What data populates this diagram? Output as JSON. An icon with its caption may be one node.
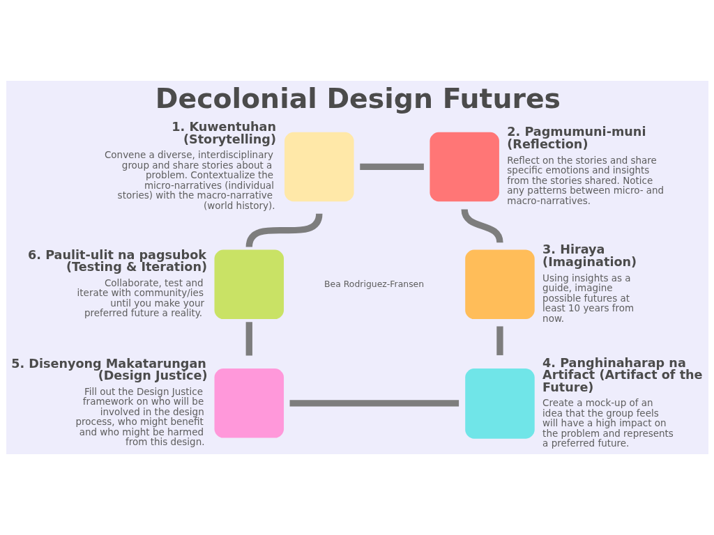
{
  "diagram": {
    "title": "Decolonial Design Futures",
    "nodes": [
      {
        "text": [
          "1. Kuwentuhan (Storytelling)",
          "Convene a diverse, interdisciplinary group and share stories about a problem. Contextualize the micro-narratives (individual stories) with the macro-narrative (world history)."
        ]
      },
      {
        "text": [
          "2. Pagmumuni-muni (Reflection)",
          "Reflect on the stories and share specific emotions and insights from the stories shared. Notice any patterns between micro- and macro-narratives."
        ]
      },
      {
        "text": [
          "3. Hiraya (Imagination)",
          "Using insights as a guide, imagine possible futures at least 10 years from now."
        ]
      },
      {
        "text": [
          "4. Panghinaharap na Artifact (Artifact of the Future)",
          "Create a mock-up of an idea that the group feels will have a high impact on the problem and represents a preferred future."
        ]
      },
      {
        "text": [
          "5. Disenyong Makatarungan (Design Justice)",
          "Fill out the Design Justice framework on who will be involved in the design process, who might benefit and who might be harmed from this design."
        ]
      },
      {
        "text": [
          "6. Paulit-ulit na pagsubok (Testing & Iteration)",
          "Collaborate, test and iterate with community/ies until you make your preferred future a reality."
        ]
      }
    ],
    "edges": [
      {
        "from": 0,
        "to": 1,
        "arrow": "none"
      },
      {
        "from": 1,
        "to": 2,
        "arrow": "none"
      },
      {
        "from": 2,
        "to": 3,
        "arrow": "none"
      },
      {
        "from": 3,
        "to": 4,
        "arrow": "none"
      },
      {
        "from": 4,
        "to": 5,
        "arrow": "none"
      },
      {
        "from": 5,
        "to": 0,
        "arrow": "none"
      }
    ],
    "labels": [
      "Bea Rodriguez-Fransen"
    ]
  }
}
